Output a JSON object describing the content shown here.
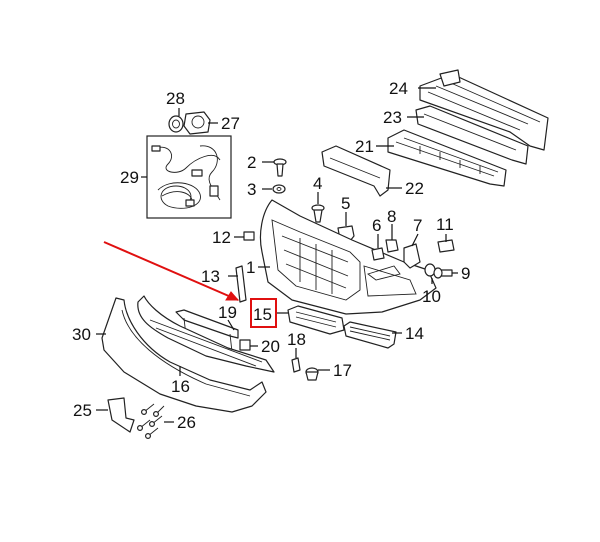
{
  "colors": {
    "ink": "#222222",
    "highlight": "#e01010",
    "background": "#ffffff"
  },
  "callouts": {
    "n1": "1",
    "n2": "2",
    "n3": "3",
    "n4": "4",
    "n5": "5",
    "n6": "6",
    "n7": "7",
    "n8": "8",
    "n9": "9",
    "n10": "10",
    "n11": "11",
    "n12": "12",
    "n13": "13",
    "n14": "14",
    "n15": "15",
    "n16": "16",
    "n17": "17",
    "n18": "18",
    "n19": "19",
    "n20": "20",
    "n21": "21",
    "n22": "22",
    "n23": "23",
    "n24": "24",
    "n25": "25",
    "n26": "26",
    "n27": "27",
    "n28": "28",
    "n29": "29",
    "n30": "30"
  },
  "highlighted_part": "15"
}
